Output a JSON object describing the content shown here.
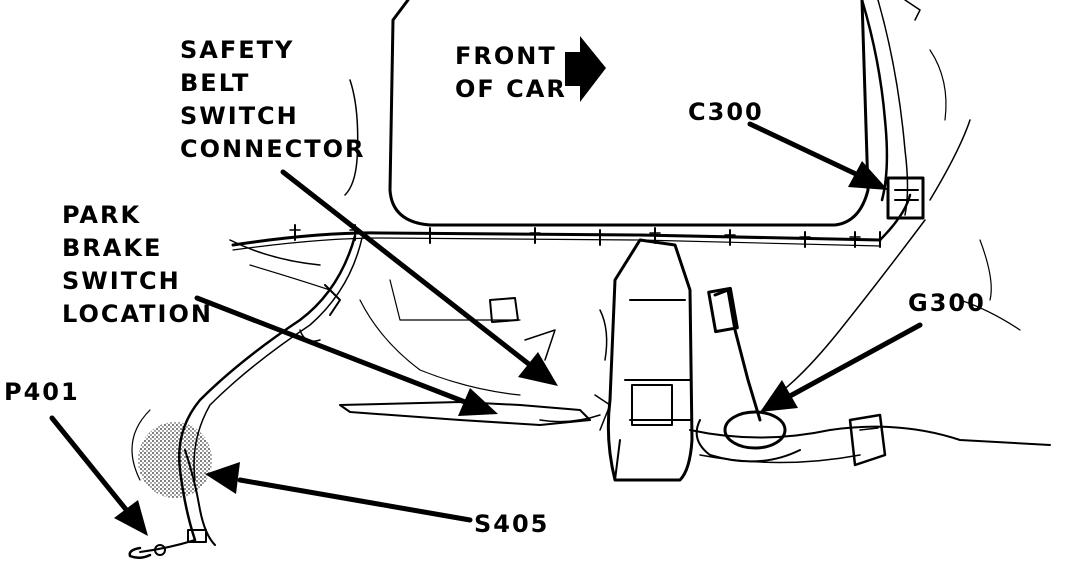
{
  "labels": {
    "safety_belt": [
      "SAFETY",
      "BELT",
      "SWITCH",
      "CONNECTOR"
    ],
    "park_brake": [
      "PARK",
      "BRAKE",
      "SWITCH",
      "LOCATION"
    ],
    "front_of_car": [
      "FRONT",
      "OF CAR"
    ],
    "c300": "C300",
    "g300": "G300",
    "p401": "P401",
    "s405": "S405"
  },
  "colors": {
    "ink": "#000000",
    "paper": "#ffffff"
  }
}
